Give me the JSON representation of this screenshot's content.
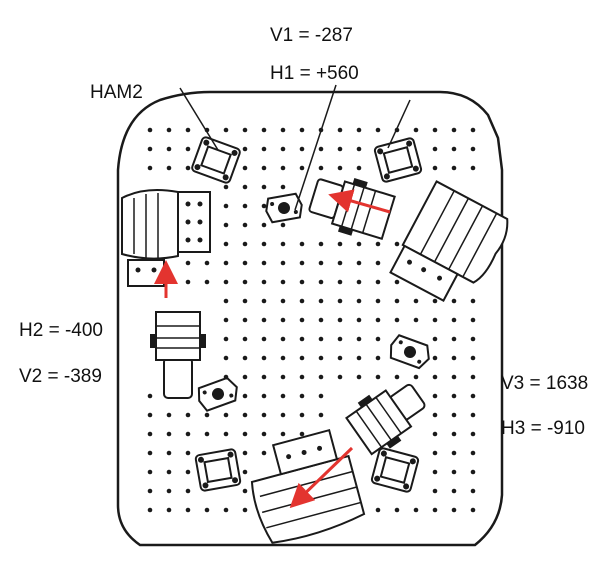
{
  "labels": {
    "ham2": "HAM2",
    "v1": "V1 = -287",
    "h1": "H1 = +560",
    "h2": "H2 = -400",
    "v2": "V2 = -389",
    "v3": "V3 = 1638",
    "h3": "H3 = -910"
  },
  "colors": {
    "line": "#1a1a1a",
    "hole": "#1a1a1a",
    "arrow": "#e3342f",
    "fill": "#ffffff"
  }
}
